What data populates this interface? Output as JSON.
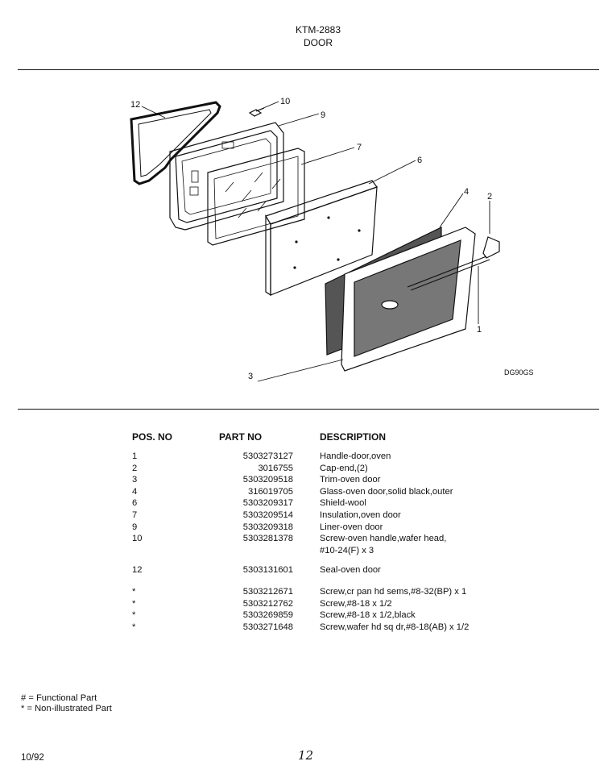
{
  "header": {
    "model": "KTM-2883",
    "section": "DOOR"
  },
  "diagram": {
    "code": "DG90GS",
    "callouts": [
      "12",
      "10",
      "9",
      "7",
      "6",
      "4",
      "2",
      "1",
      "3"
    ]
  },
  "table": {
    "headers": {
      "pos": "POS. NO",
      "part": "PART NO",
      "desc": "DESCRIPTION"
    },
    "rows": [
      {
        "pos": "1",
        "part": "5303273127",
        "desc": "Handle-door,oven"
      },
      {
        "pos": "2",
        "part": "3016755",
        "desc": "Cap-end,(2)"
      },
      {
        "pos": "3",
        "part": "5303209518",
        "desc": "Trim-oven door"
      },
      {
        "pos": "4",
        "part": "316019705",
        "desc": "Glass-oven door,solid black,outer"
      },
      {
        "pos": "6",
        "part": "5303209317",
        "desc": "Shield-wool"
      },
      {
        "pos": "7",
        "part": "5303209514",
        "desc": "Insulation,oven door"
      },
      {
        "pos": "9",
        "part": "5303209318",
        "desc": "Liner-oven door"
      },
      {
        "pos": "10",
        "part": "5303281378",
        "desc": "Screw-oven handle,wafer head,"
      },
      {
        "pos": "",
        "part": "",
        "desc": "#10-24(F) x 3"
      },
      {
        "pos": "12",
        "part": "5303131601",
        "desc": "Seal-oven door"
      },
      {
        "pos": "*",
        "part": "5303212671",
        "desc": "Screw,cr pan hd sems,#8-32(BP) x 1"
      },
      {
        "pos": "*",
        "part": "5303212762",
        "desc": "Screw,#8-18 x 1/2"
      },
      {
        "pos": "*",
        "part": "5303269859",
        "desc": "Screw,#8-18 x 1/2,black"
      },
      {
        "pos": "*",
        "part": "5303271648",
        "desc": "Screw,wafer hd sq dr,#8-18(AB) x 1/2"
      }
    ]
  },
  "legend": {
    "functional": "# = Functional Part",
    "non_illustrated": "* = Non-illustrated Part"
  },
  "footer": {
    "date": "10/92",
    "page": "12"
  }
}
